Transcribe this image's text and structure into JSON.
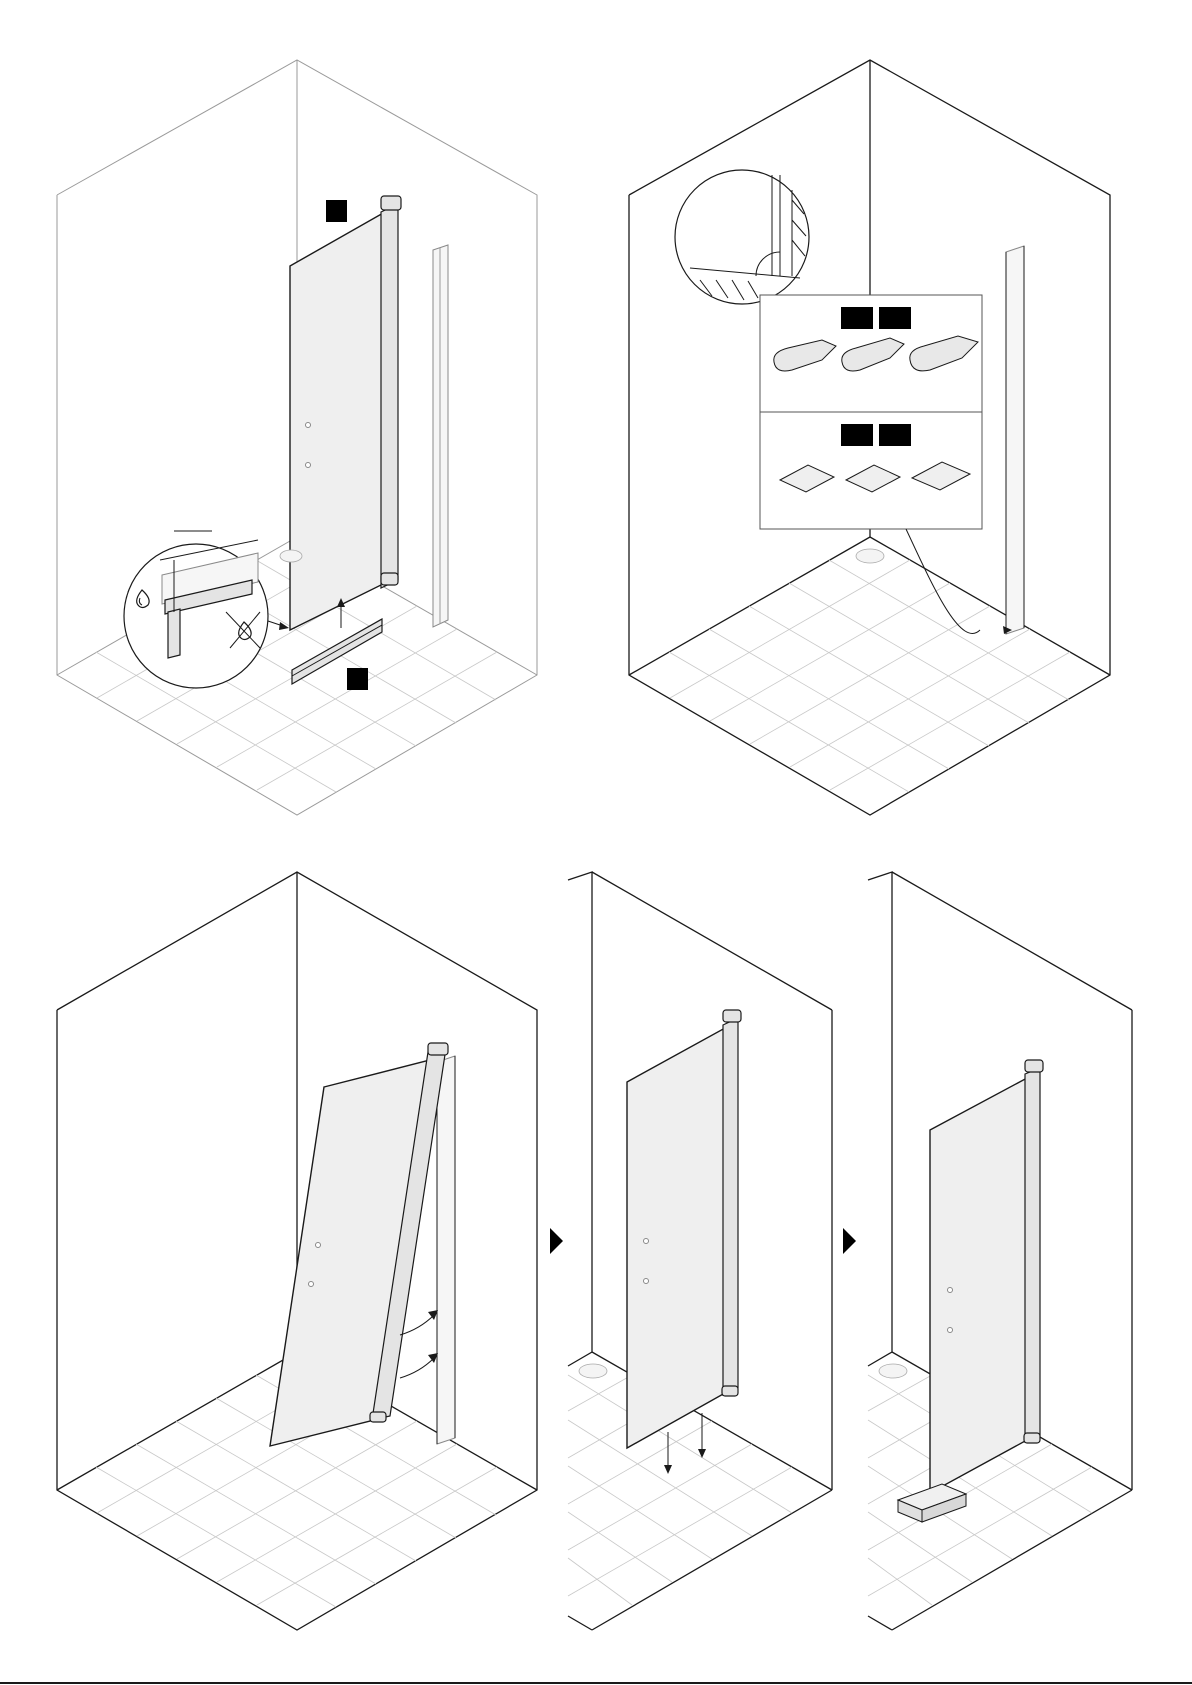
{
  "steps": [
    {
      "id": "step-1",
      "badges": 2
    },
    {
      "id": "step-2",
      "badges": 4,
      "spacer_options": 3,
      "block_options": 3
    },
    {
      "id": "step-3",
      "arrows": 2
    },
    {
      "id": "step-4",
      "arrows": 2
    },
    {
      "id": "step-5"
    }
  ],
  "colors": {
    "line": "#1a1a1a",
    "glass": "#efefef",
    "tile": "#c8c8c8",
    "badge": "#000000"
  },
  "icons": [
    "drop-icon",
    "crossed-drop-icon",
    "play-arrow-icon"
  ]
}
